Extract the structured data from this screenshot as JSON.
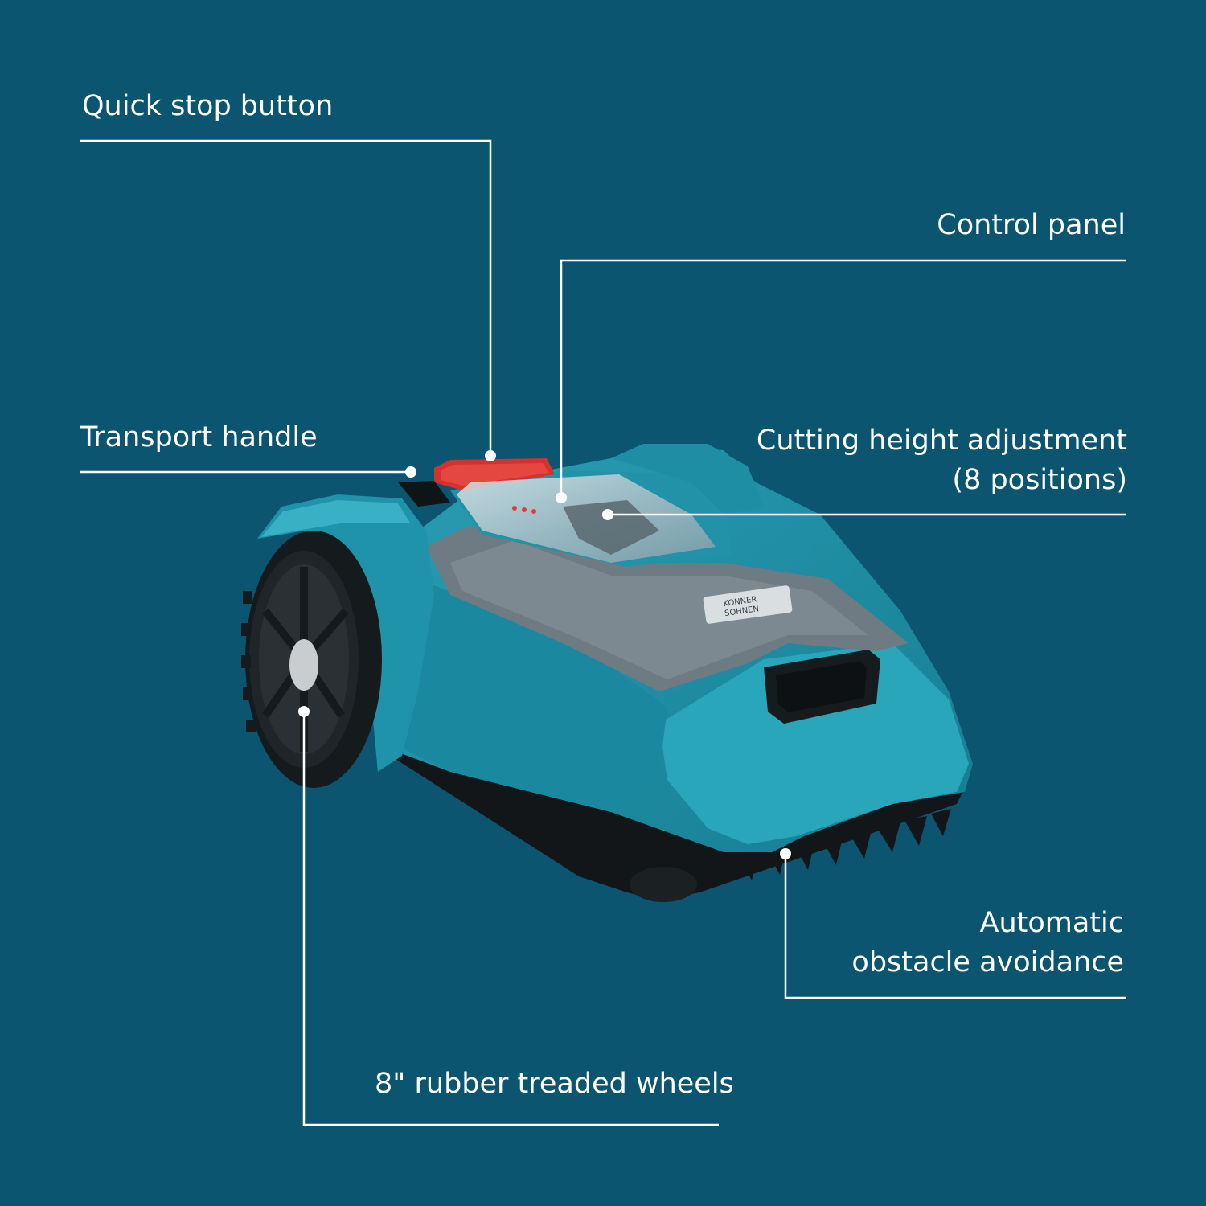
{
  "colors": {
    "background": "#0b5570",
    "leader_line": "#ffffff",
    "mower_body": "#1d8ea4",
    "mower_body_light": "#36aec3",
    "mower_gray": "#6f7b83",
    "stop_button": "#d3322f",
    "tire": "#151a1d"
  },
  "callouts": {
    "quick_stop": "Quick stop button",
    "control_panel": "Control panel",
    "transport_handle": "Transport handle",
    "cutting_height_line1": "Cutting height adjustment",
    "cutting_height_line2": "(8 positions)",
    "obstacle_line1": "Automatic",
    "obstacle_line2": "obstacle avoidance",
    "wheels": "8\" rubber treaded wheels"
  },
  "product": {
    "name": "robotic lawn mower",
    "badge_line1": "KONNER",
    "badge_line2": "SOHNEN"
  }
}
